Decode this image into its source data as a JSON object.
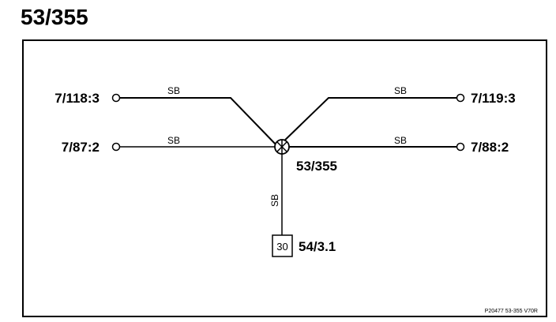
{
  "title": "53/355",
  "splice": {
    "label": "53/355"
  },
  "connectors": {
    "top_left": "7/118:3",
    "mid_left": "7/87:2",
    "top_right": "7/119:3",
    "mid_right": "7/88:2"
  },
  "ground": {
    "box_label": "30",
    "label": "54/3.1"
  },
  "wire_colors": {
    "top_left": "SB",
    "mid_left": "SB",
    "top_right": "SB",
    "mid_right": "SB",
    "down": "SB"
  },
  "footer_code": "P20477  53-355  V70R"
}
